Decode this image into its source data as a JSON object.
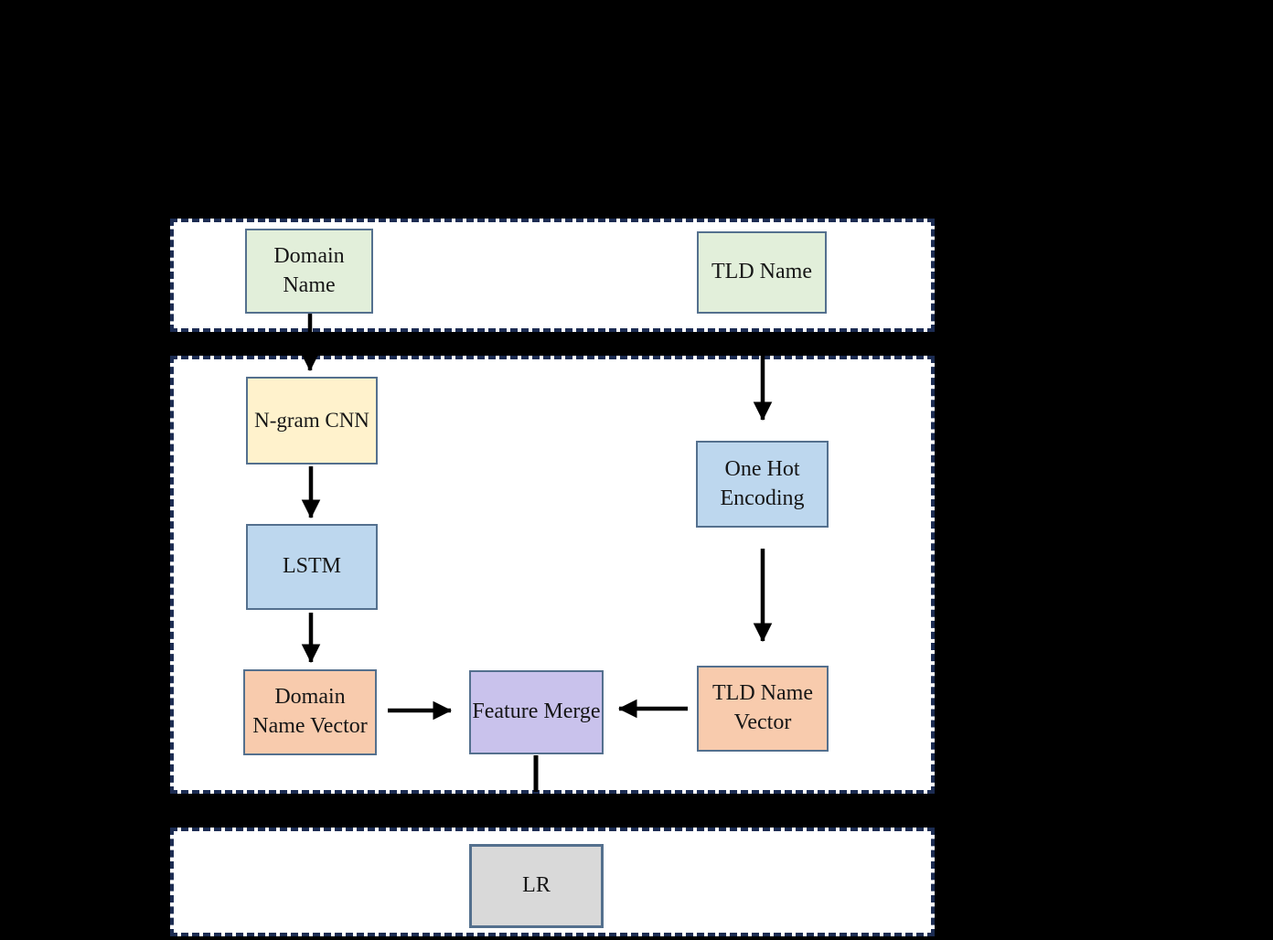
{
  "diagram": {
    "nodes": {
      "domain_name": {
        "label": "Domain Name",
        "fill": "#e2efda"
      },
      "tld_name": {
        "label": "TLD Name",
        "fill": "#e2efda"
      },
      "ngram_cnn": {
        "label": "N-gram CNN",
        "fill": "#fff2cc"
      },
      "one_hot_encoding": {
        "label": "One Hot Encoding",
        "fill": "#bdd7ee"
      },
      "lstm": {
        "label": "LSTM",
        "fill": "#bdd7ee"
      },
      "domain_name_vector": {
        "label": "Domain Name Vector",
        "fill": "#f8cbad"
      },
      "feature_merge": {
        "label": "Feature Merge",
        "fill": "#c9c2ec"
      },
      "tld_name_vector": {
        "label": "TLD Name Vector",
        "fill": "#f8cbad"
      },
      "lr": {
        "label": "LR",
        "fill": "#d9d9d9"
      }
    },
    "groups": [
      {
        "nodes": [
          "Domain Name",
          "TLD Name"
        ]
      },
      {
        "nodes": [
          "N-gram CNN",
          "One Hot Encoding",
          "LSTM",
          "Domain Name Vector",
          "Feature Merge",
          "TLD Name Vector"
        ]
      },
      {
        "nodes": [
          "LR"
        ]
      }
    ],
    "edges": [
      {
        "from": "Domain Name",
        "to": "N-gram CNN"
      },
      {
        "from": "TLD Name",
        "to": "One Hot Encoding"
      },
      {
        "from": "N-gram CNN",
        "to": "LSTM"
      },
      {
        "from": "LSTM",
        "to": "Domain Name Vector"
      },
      {
        "from": "One Hot Encoding",
        "to": "TLD Name Vector"
      },
      {
        "from": "Domain Name Vector",
        "to": "Feature Merge"
      },
      {
        "from": "TLD Name Vector",
        "to": "Feature Merge"
      },
      {
        "from": "Feature Merge",
        "to": "LR"
      }
    ],
    "colors": {
      "background": "#000000",
      "panel_fill": "#ffffff",
      "panel_border": "#1c2c52",
      "node_border": "#54708e",
      "arrow": "#000000",
      "text": "#161616"
    }
  }
}
